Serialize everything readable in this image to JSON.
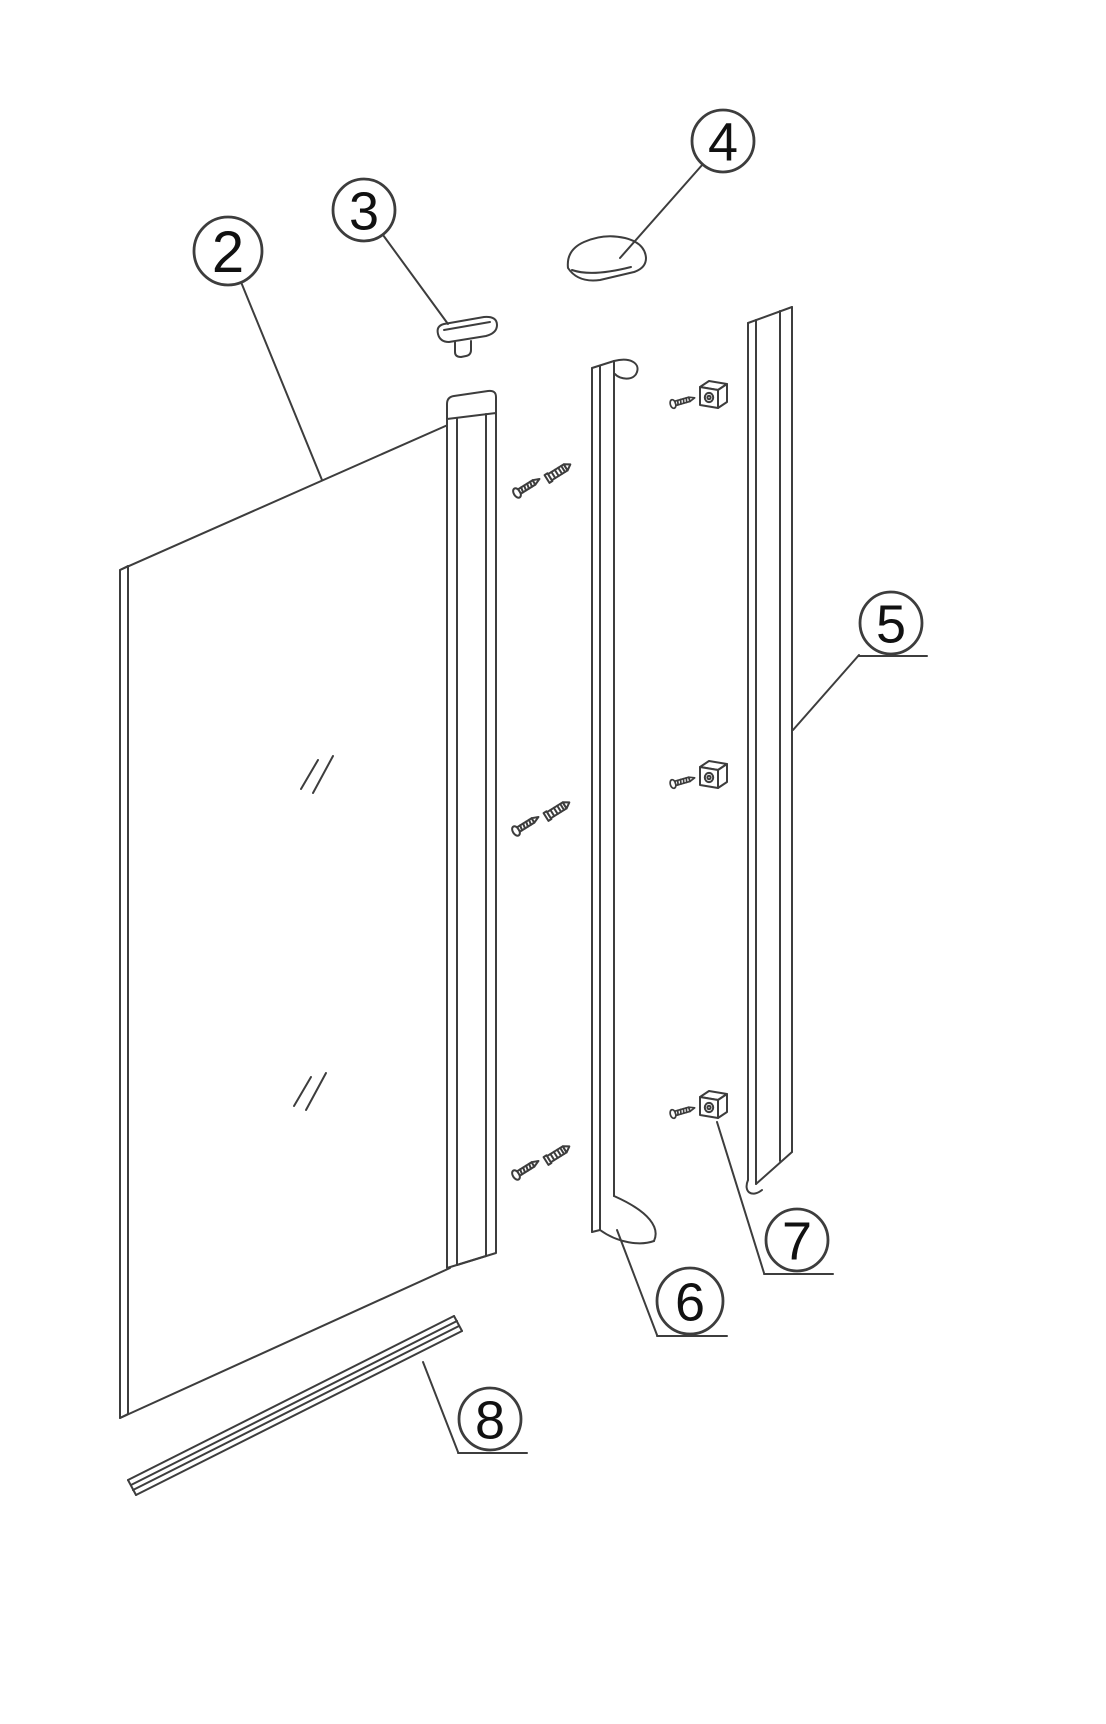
{
  "figure": {
    "background": "#ffffff",
    "line_color": "#3d3d3d",
    "callout_text_color": "#111111"
  },
  "callouts": [
    {
      "label": "2"
    },
    {
      "label": "3"
    },
    {
      "label": "4"
    },
    {
      "label": "5"
    },
    {
      "label": "6"
    },
    {
      "label": "7"
    },
    {
      "label": "8"
    }
  ]
}
